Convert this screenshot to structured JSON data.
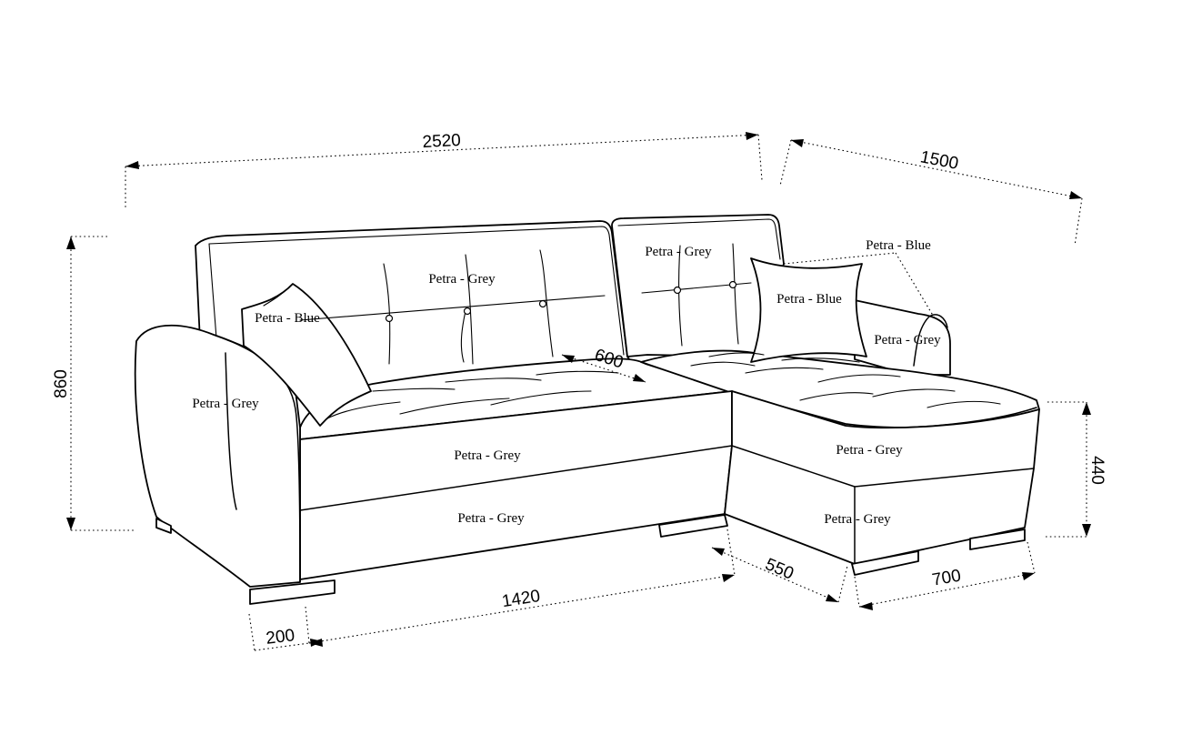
{
  "dimensions": {
    "total_width": "2520",
    "chaise_length": "1500",
    "height": "860",
    "seat_depth": "600",
    "seat_height": "440",
    "base_width": "1420",
    "armrest_width": "200",
    "chaise_offset": "550",
    "chaise_width": "700"
  },
  "fabrics": {
    "back_cushion_left": "Petra - Grey",
    "back_cushion_right": "Petra - Grey",
    "pillow_left": "Petra - Blue",
    "pillow_right": "Petra - Blue",
    "pillow_right_callout": "Petra - Blue",
    "armrest_left": "Petra - Grey",
    "armrest_right": "Petra - Grey",
    "front_panel_upper": "Petra - Grey",
    "front_panel_lower": "Petra - Grey",
    "chaise_panel_upper": "Petra - Grey",
    "chaise_panel_lower": "Petra - Grey"
  }
}
